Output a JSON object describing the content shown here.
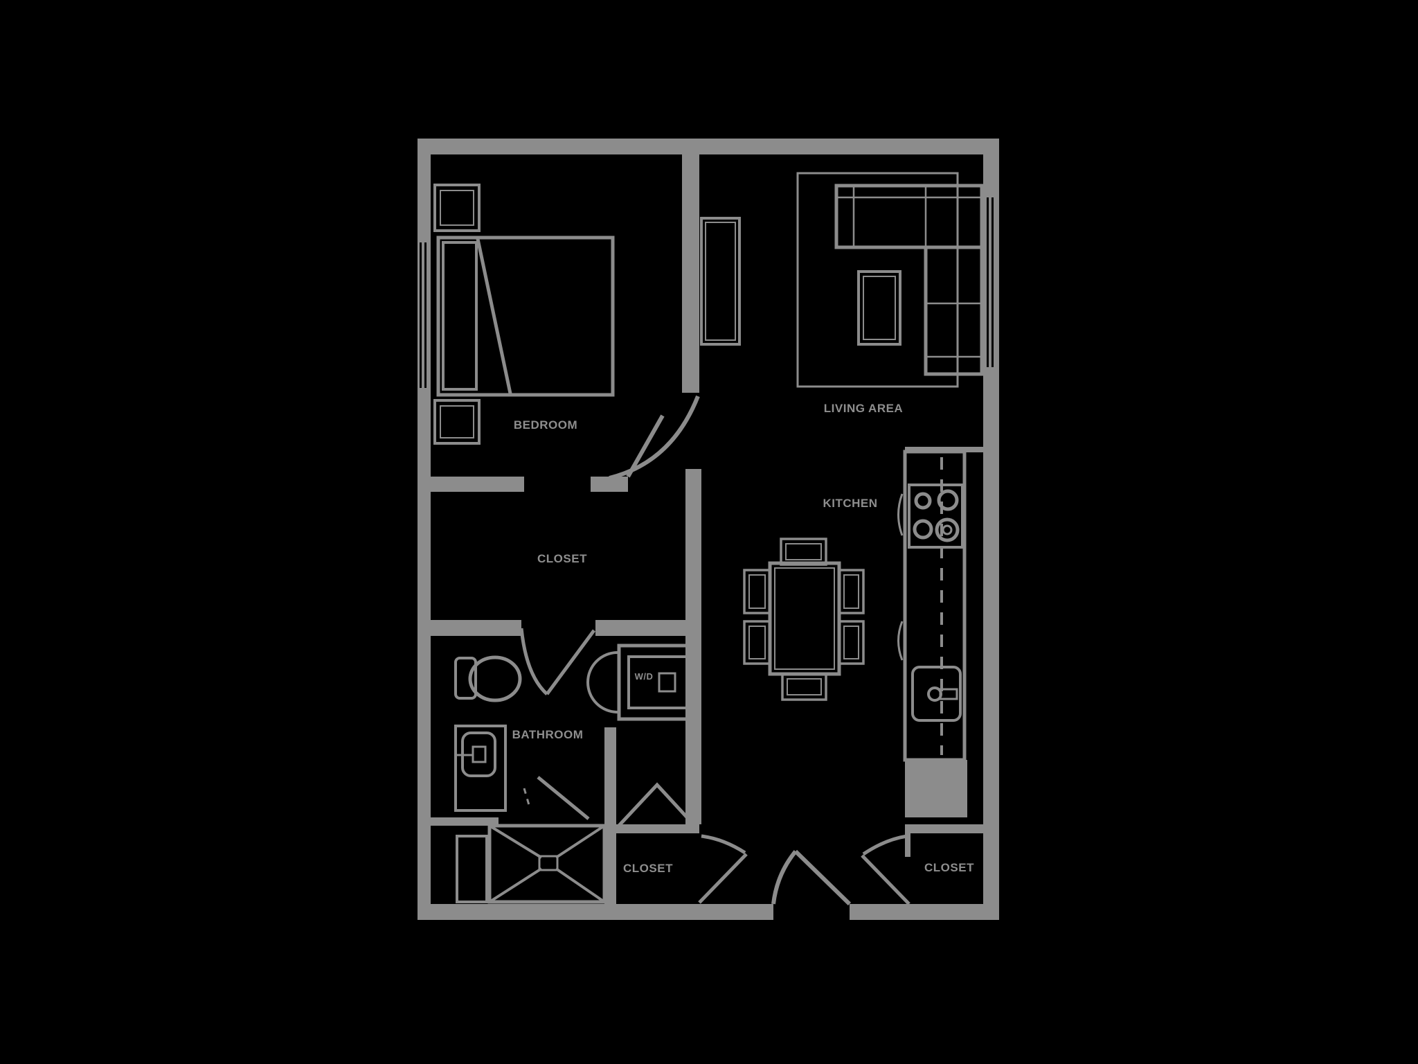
{
  "canvas": {
    "background_color": "#000000",
    "line_color": "#8c8c8c"
  },
  "floor_plan": {
    "rooms": [
      {
        "id": "bedroom",
        "label": "BEDROOM"
      },
      {
        "id": "living-area",
        "label": "LIVING AREA"
      },
      {
        "id": "kitchen",
        "label": "KITCHEN"
      },
      {
        "id": "closet",
        "label": "CLOSET"
      },
      {
        "id": "bathroom",
        "label": "BATHROOM"
      },
      {
        "id": "washer-dryer",
        "label": "W/D"
      },
      {
        "id": "closet-entry-left",
        "label": "CLOSET"
      },
      {
        "id": "closet-entry-right",
        "label": "CLOSET"
      }
    ]
  }
}
